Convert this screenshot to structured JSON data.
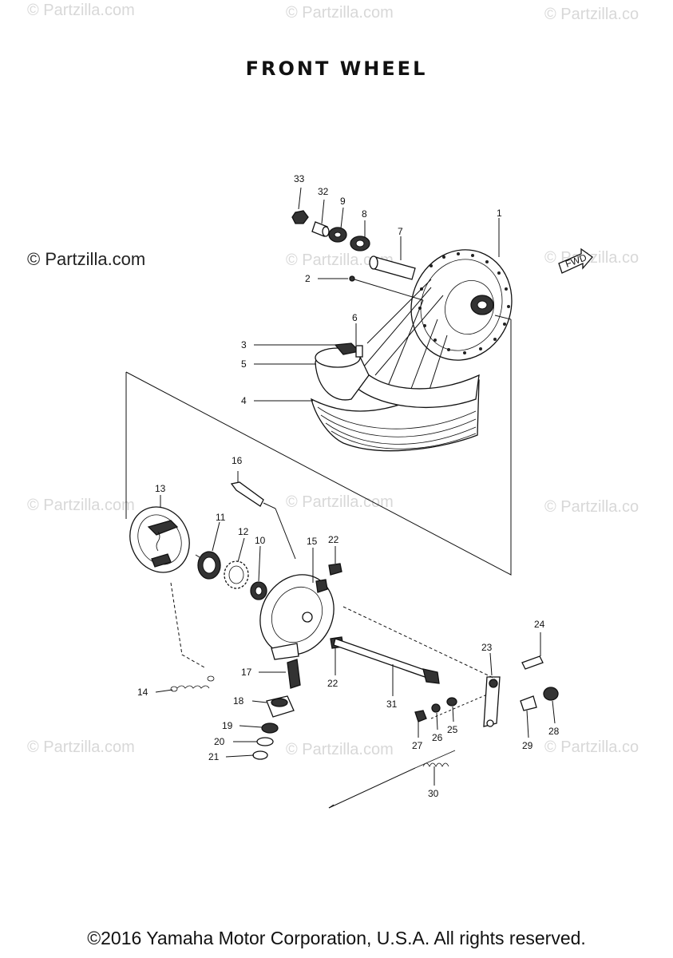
{
  "title": "FRONT WHEEL",
  "watermarks": [
    {
      "text": "© Partzilla.com"
    },
    {
      "text": "© Partzilla.com"
    },
    {
      "text": "© Partzilla.co"
    },
    {
      "text": "© Partzilla.com"
    },
    {
      "text": "© Partzilla.co"
    },
    {
      "text": "© Partzilla.com"
    },
    {
      "text": "© Partzilla.com"
    },
    {
      "text": "© Partzilla.co"
    },
    {
      "text": "© Partzilla.com"
    },
    {
      "text": "© Partzilla.com"
    },
    {
      "text": "© Partzilla.co"
    }
  ],
  "watermark_dark": "© Partzilla.com",
  "fwd_mark": "FWD",
  "callouts": [
    "1",
    "2",
    "3",
    "4",
    "5",
    "6",
    "7",
    "8",
    "9",
    "10",
    "11",
    "12",
    "13",
    "14",
    "15",
    "16",
    "17",
    "18",
    "19",
    "20",
    "21",
    "22",
    "22",
    "23",
    "24",
    "25",
    "26",
    "27",
    "28",
    "29",
    "30",
    "31",
    "32",
    "33"
  ],
  "copyright": "©2016 Yamaha Motor Corporation, U.S.A. All rights reserved."
}
